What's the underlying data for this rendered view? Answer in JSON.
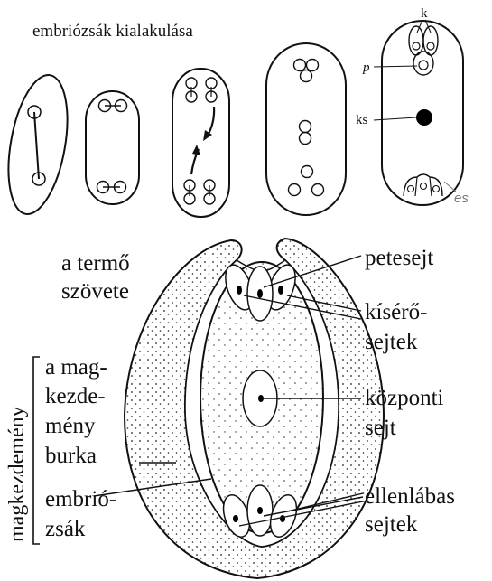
{
  "title": "embriózsák kialakulása",
  "stages": {
    "marker_labels": {
      "k": "k",
      "p": "p",
      "ks": "ks",
      "es": "es"
    }
  },
  "section": {
    "left_labels": {
      "termo_line1": "a termő",
      "termo_line2": "szövete",
      "burka_lines": [
        "a mag-",
        "kezde-",
        "mény",
        "burka"
      ],
      "embriozsak_line1": "embrió-",
      "embriozsak_line2": "zsák"
    },
    "bracket_label": "magkezdemény",
    "right_labels": {
      "petesejt": "petesejt",
      "kisero_line1": "kísérő-",
      "kisero_line2": "sejtek",
      "kozponti_line1": "központi",
      "kozponti_line2": "sejt",
      "ellen_line1": "ellenlábas",
      "ellen_line2": "sejtek"
    }
  },
  "colors": {
    "ink": "#111111",
    "secondary_ink": "#777777",
    "background": "#ffffff"
  }
}
